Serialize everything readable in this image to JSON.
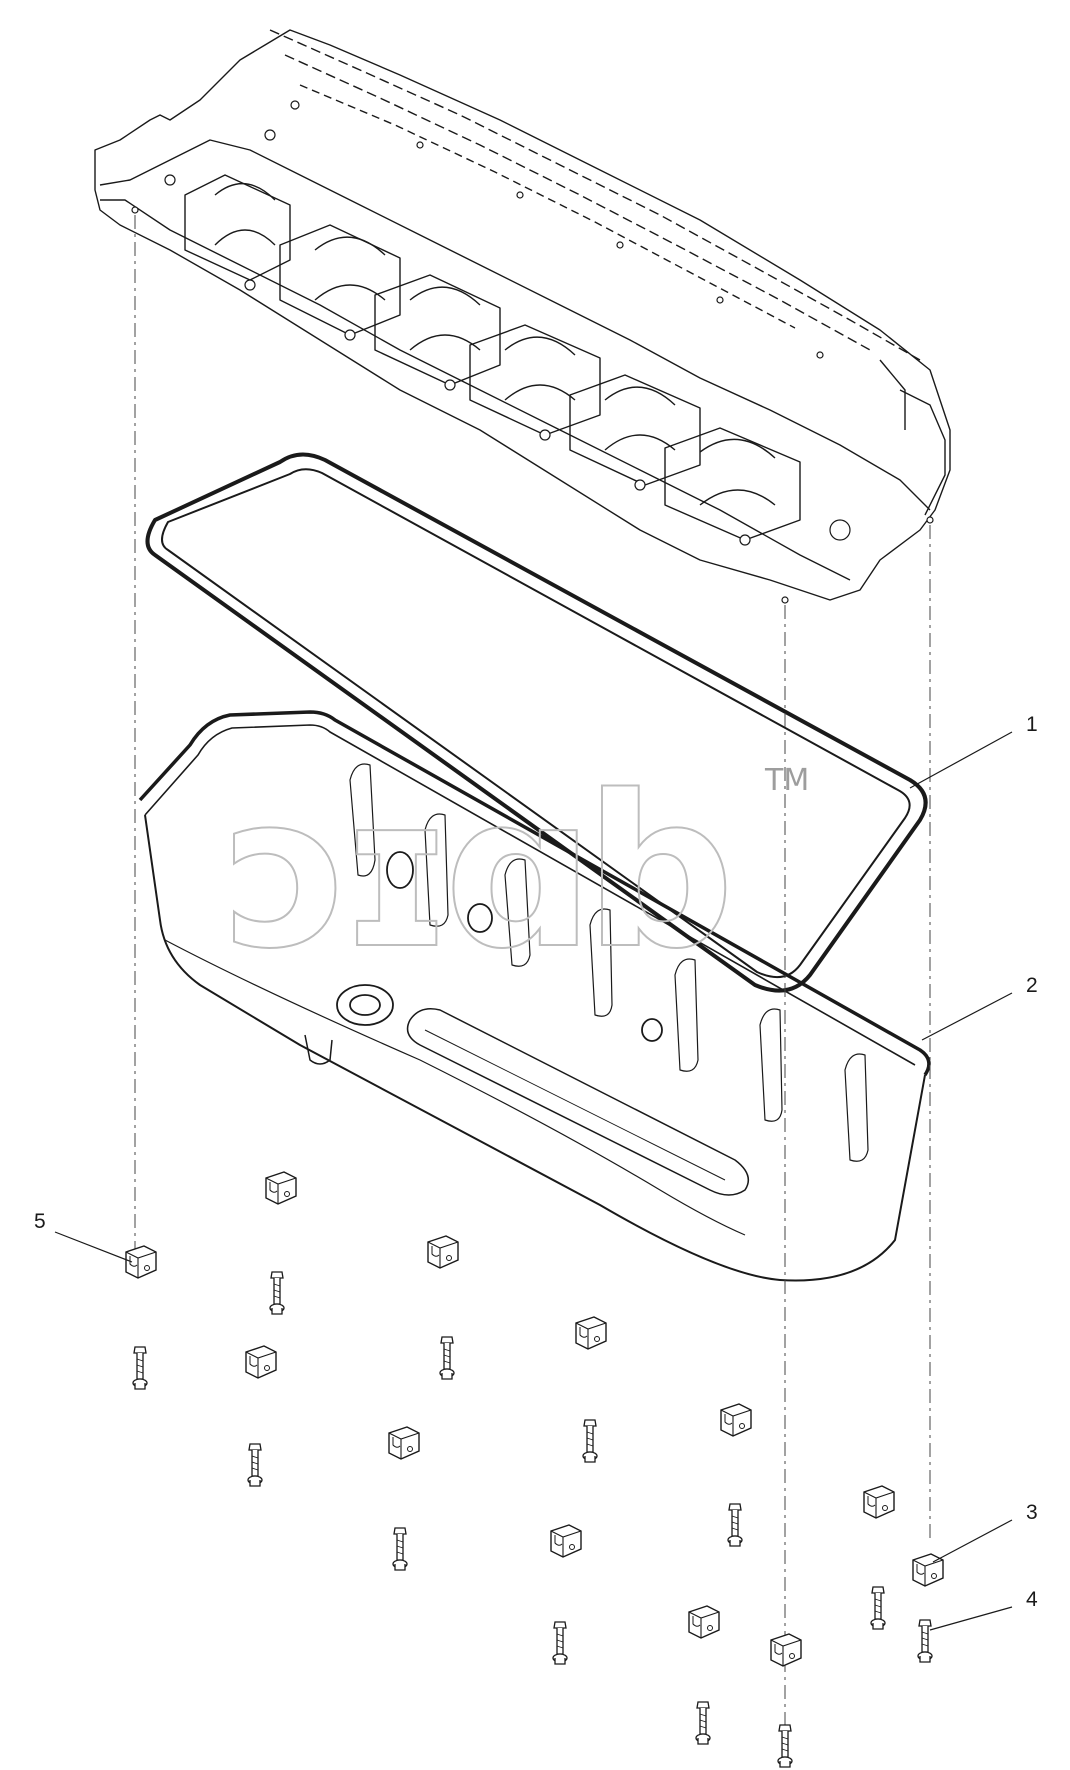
{
  "callouts": [
    {
      "id": "callout-1",
      "label": "1",
      "part": "oil-pan-gasket"
    },
    {
      "id": "callout-2",
      "label": "2",
      "part": "oil-pan"
    },
    {
      "id": "callout-3",
      "label": "3",
      "part": "clamp-bracket"
    },
    {
      "id": "callout-4",
      "label": "4",
      "part": "flange-bolt"
    },
    {
      "id": "callout-5",
      "label": "5",
      "part": "clamp-bracket"
    }
  ],
  "watermark": {
    "tm": "TM"
  },
  "colors": {
    "line": "#1a1a1a",
    "light_line": "#444444",
    "watermark": "#bdbdbd",
    "background": "#ffffff"
  }
}
